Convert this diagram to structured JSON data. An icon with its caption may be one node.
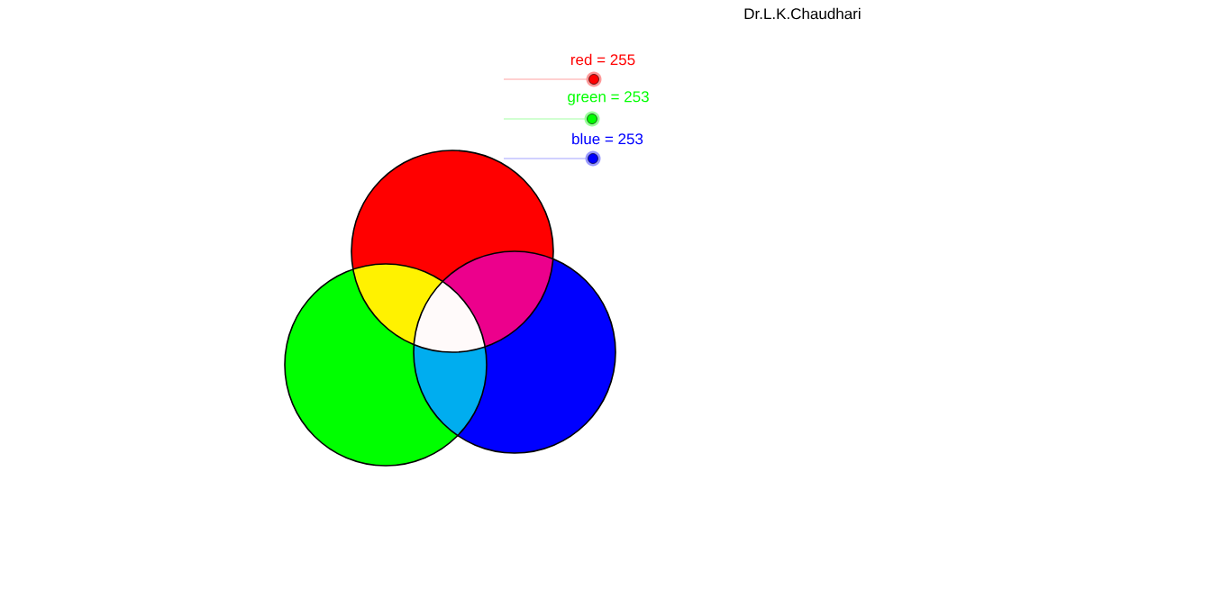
{
  "diagram": {
    "labels": [
      "Dr.L.K.Chaudhari",
      "red = 255",
      "green = 253",
      "blue = 253"
    ]
  }
}
